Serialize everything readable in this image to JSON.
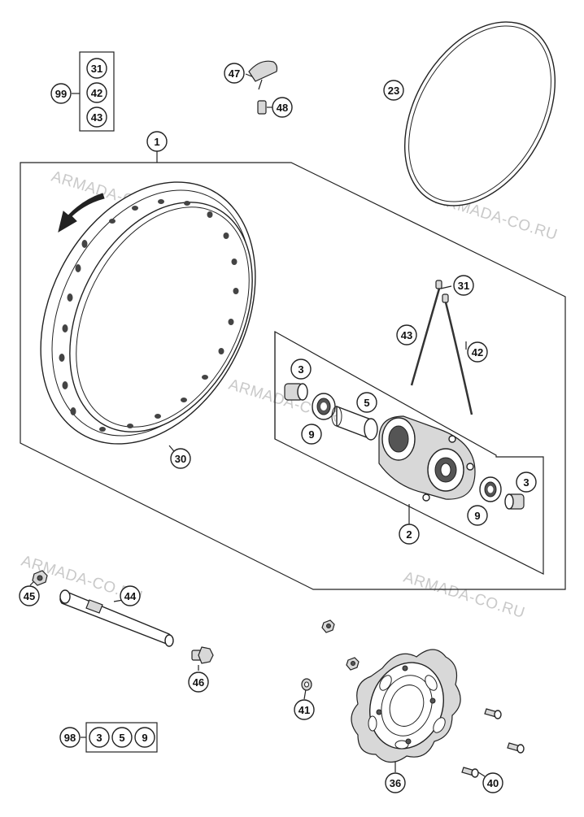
{
  "watermark": "ARMADA-CO.RU",
  "callouts": {
    "c1": "1",
    "c2": "2",
    "c3a": "3",
    "c3b": "3",
    "c5": "5",
    "c9a": "9",
    "c9b": "9",
    "c23": "23",
    "c30": "30",
    "c31a": "31",
    "c31b": "31",
    "c36": "36",
    "c40": "40",
    "c41": "41",
    "c42a": "42",
    "c42b": "42",
    "c43a": "43",
    "c43b": "43",
    "c44": "44",
    "c45": "45",
    "c46": "46",
    "c47": "47",
    "c48": "48",
    "c98": "98",
    "c98a": "3",
    "c98b": "5",
    "c98c": "9",
    "c99": "99"
  },
  "colors": {
    "line": "#222222",
    "watermark": "#c9c9c9",
    "background": "#ffffff"
  }
}
